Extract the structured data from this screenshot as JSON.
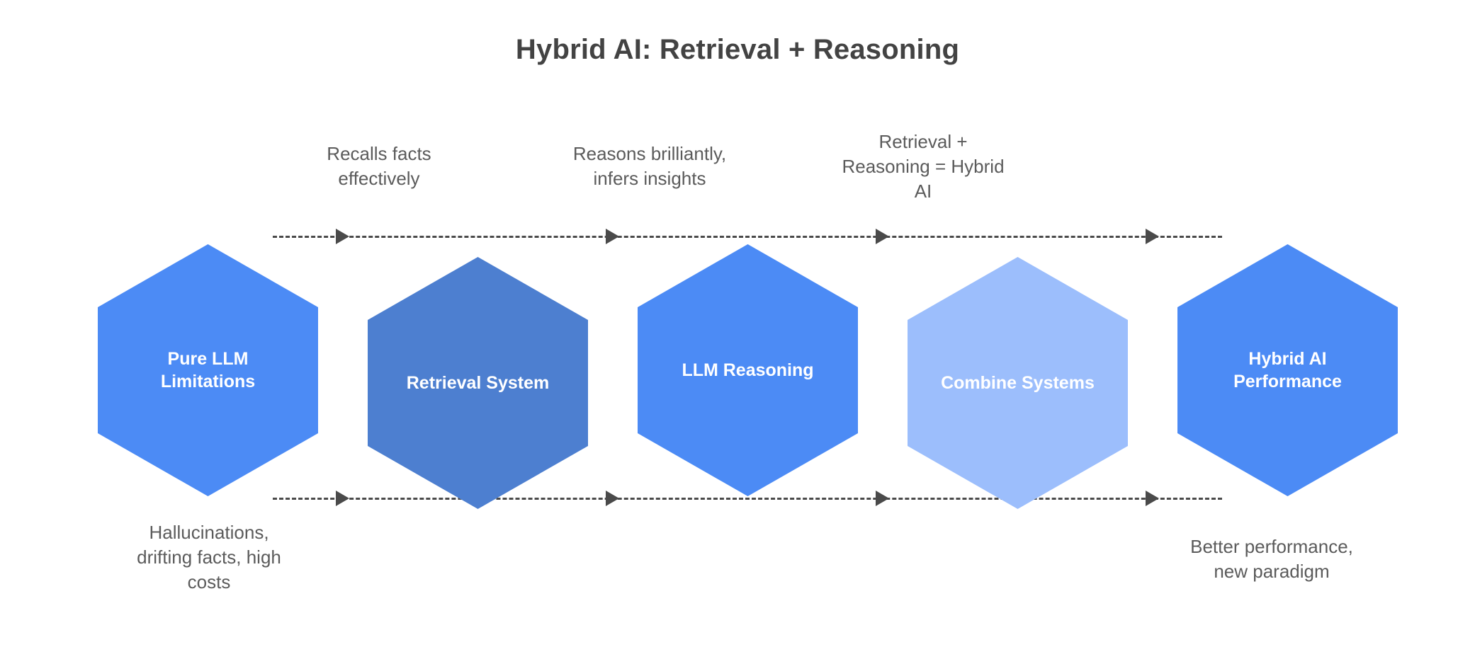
{
  "title": "Hybrid AI: Retrieval + Reasoning",
  "colors": {
    "primary_blue": "#4c8bf5",
    "muted_blue": "#4d7fd0",
    "light_blue": "#9cbefc",
    "title_text": "#434343",
    "caption_text": "#5b5b5b",
    "connector": "#4a4a4a",
    "background": "#ffffff"
  },
  "nodes": [
    {
      "label": "Pure LLM\nLimitations",
      "color": "#4c8bf5"
    },
    {
      "label": "Retrieval System",
      "color": "#4d7fd0"
    },
    {
      "label": "LLM Reasoning",
      "color": "#4c8bf5"
    },
    {
      "label": "Combine Systems",
      "color": "#9cbefc"
    },
    {
      "label": "Hybrid AI\nPerformance",
      "color": "#4c8bf5"
    }
  ],
  "captions": {
    "top": [
      "Recalls facts\neffectively",
      "Reasons brilliantly,\ninfers insights",
      "Retrieval +\nReasoning = Hybrid\nAI"
    ],
    "bottom": [
      "Hallucinations,\ndrifting facts, high\ncosts",
      "Better performance,\nnew paradigm"
    ]
  },
  "connectors": {
    "style": "dashed",
    "arrow_count_per_rail": 4,
    "rails": [
      "top",
      "bottom"
    ]
  }
}
